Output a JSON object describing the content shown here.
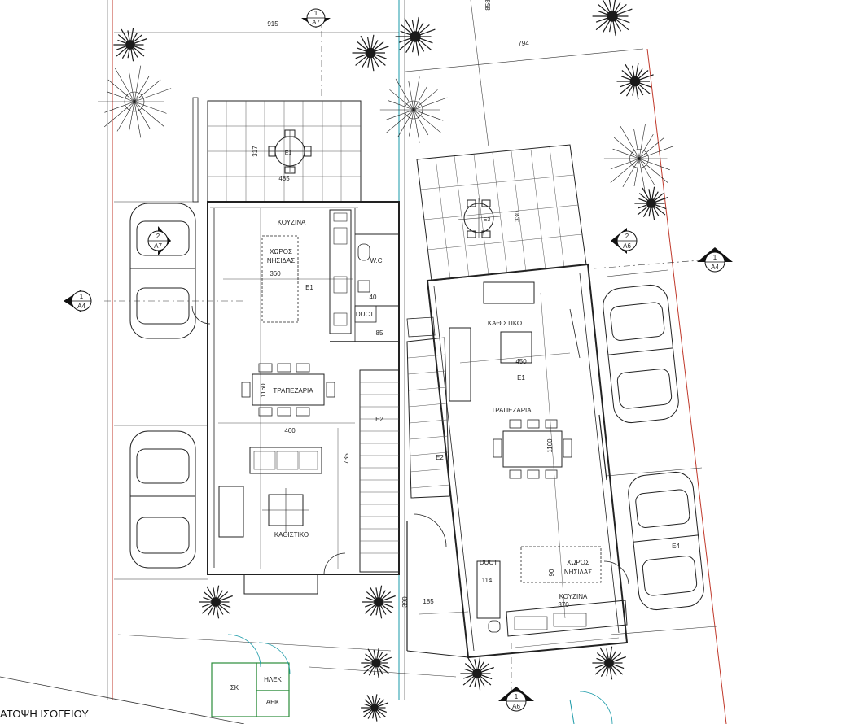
{
  "drawing_title": "ΑΤΟΨΗ ΙΣΟΓΕΙΟΥ",
  "section_markers": {
    "top_a7": {
      "num": "1",
      "ref": "A7"
    },
    "left_a4": {
      "num": "1",
      "ref": "A4"
    },
    "right_a4": {
      "num": "1",
      "ref": "A4"
    },
    "car_a7": {
      "num": "2",
      "ref": "A7"
    },
    "mid_a6": {
      "num": "2",
      "ref": "A6"
    },
    "bottom_a6": {
      "num": "1",
      "ref": "A6"
    }
  },
  "left_unit": {
    "kitchen": "ΚΟΥΖΙΝΑ",
    "island_line1": "ΧΩΡΟΣ",
    "island_line2": "ΝΗΣΙΔΑΣ",
    "dining": "ΤΡΑΠΕΖΑΡΙΑ",
    "living": "ΚΑΘΙΣΤΙΚΟ",
    "wc": "W.C",
    "duct": "DUCT",
    "level_e1": "E1",
    "level_e2": "E2",
    "terrace_e": "E1",
    "storage": "ΣΚ",
    "elec": "ΗΛΕΚ",
    "ahk": "ΑΗΚ",
    "dims": {
      "d915": "915",
      "d485": "485",
      "d317": "317",
      "d360": "360",
      "d40": "40",
      "d85": "85",
      "d1160": "1160",
      "d460": "460",
      "d735": "735"
    }
  },
  "right_unit": {
    "kitchen": "ΚΟΥΖΙΝΑ",
    "island_line1": "ΧΩΡΟΣ",
    "island_line2": "ΝΗΣΙΔΑΣ",
    "dining": "ΤΡΑΠΕΖΑΡΙΑ",
    "living": "ΚΑΘΙΣΤΙΚΟ",
    "duct": "DUCT",
    "level_e1": "E1",
    "level_e2": "E2",
    "terrace_e": "E3",
    "parking_e": "E4",
    "dims": {
      "d794": "794",
      "d858": "858",
      "d330": "330",
      "d450": "450",
      "d1100": "1100",
      "d90": "90",
      "d370": "370",
      "d114": "114",
      "d185": "185",
      "d390": "390"
    }
  },
  "colors": {
    "line": "#222222",
    "boundary": "#c0392b",
    "guide": "#1a9aa8",
    "tree": "#1a1a1a"
  }
}
